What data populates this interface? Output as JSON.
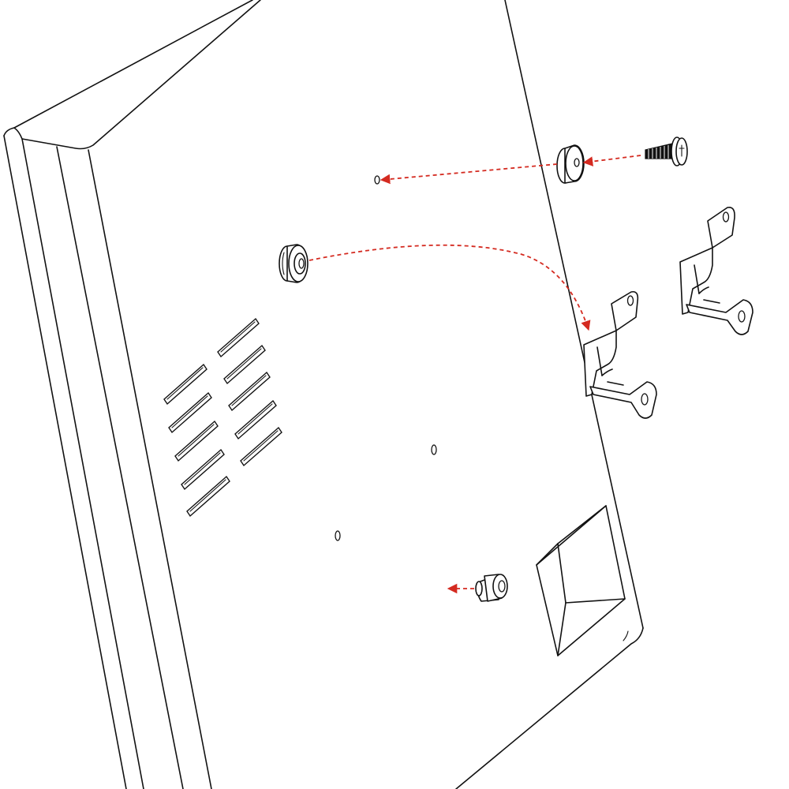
{
  "diagram": {
    "style": "black line-art exploded assembly view",
    "arrow_color": "#d42a20",
    "line_color": "#111111",
    "background": "#ffffff",
    "parts": [
      "panel",
      "vent-slots",
      "mounting-holes",
      "recessed-pocket",
      "washer-spacer",
      "screw",
      "rubber-grommet",
      "bracket-clip",
      "bushing"
    ],
    "vent_slot_count": 10,
    "bracket_count": 2,
    "arrows": [
      "screw-to-washer",
      "washer-to-hole",
      "grommet-to-bracket",
      "bushing-out"
    ]
  }
}
